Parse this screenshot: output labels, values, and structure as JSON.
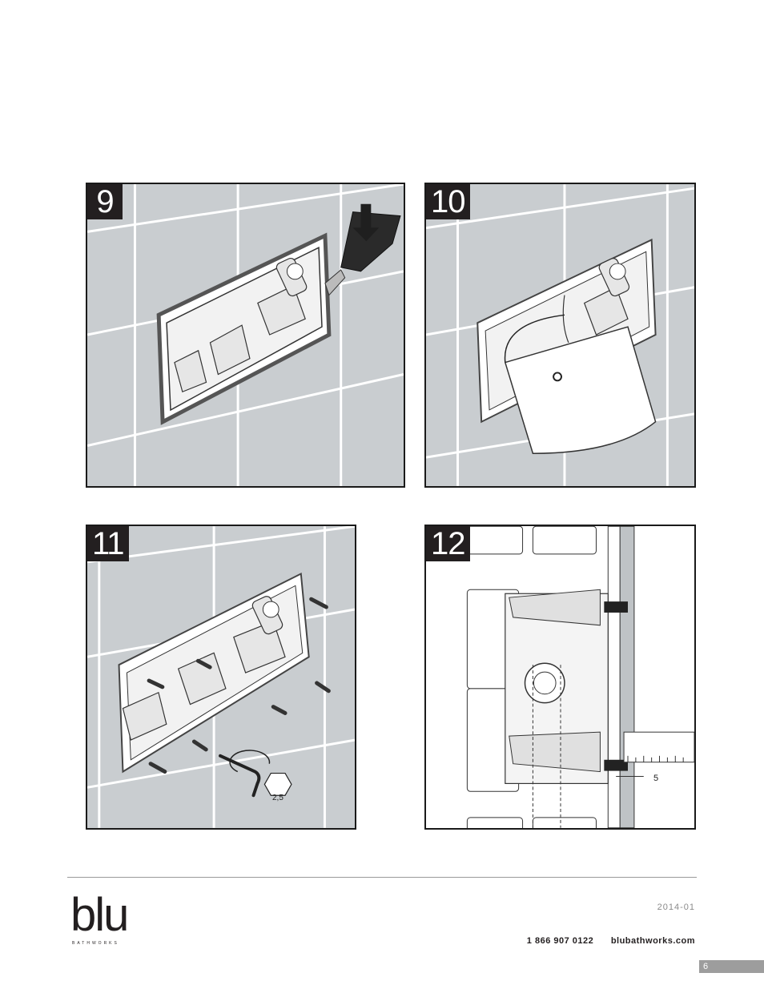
{
  "steps": [
    {
      "number": "9"
    },
    {
      "number": "10"
    },
    {
      "number": "11",
      "hex_key_label": "2,5"
    },
    {
      "number": "12",
      "dimension_label": "5"
    }
  ],
  "footer": {
    "logo_text": "blu",
    "logo_sub": "BATHWORKS",
    "date": "2014-01",
    "phone": "1 866 907 0122",
    "website": "blubathworks.com",
    "page_number": "6"
  },
  "colors": {
    "tile": "#c9cdd0",
    "grout": "#ffffff",
    "ink": "#231f20",
    "page_tab": "#9d9d9d"
  }
}
